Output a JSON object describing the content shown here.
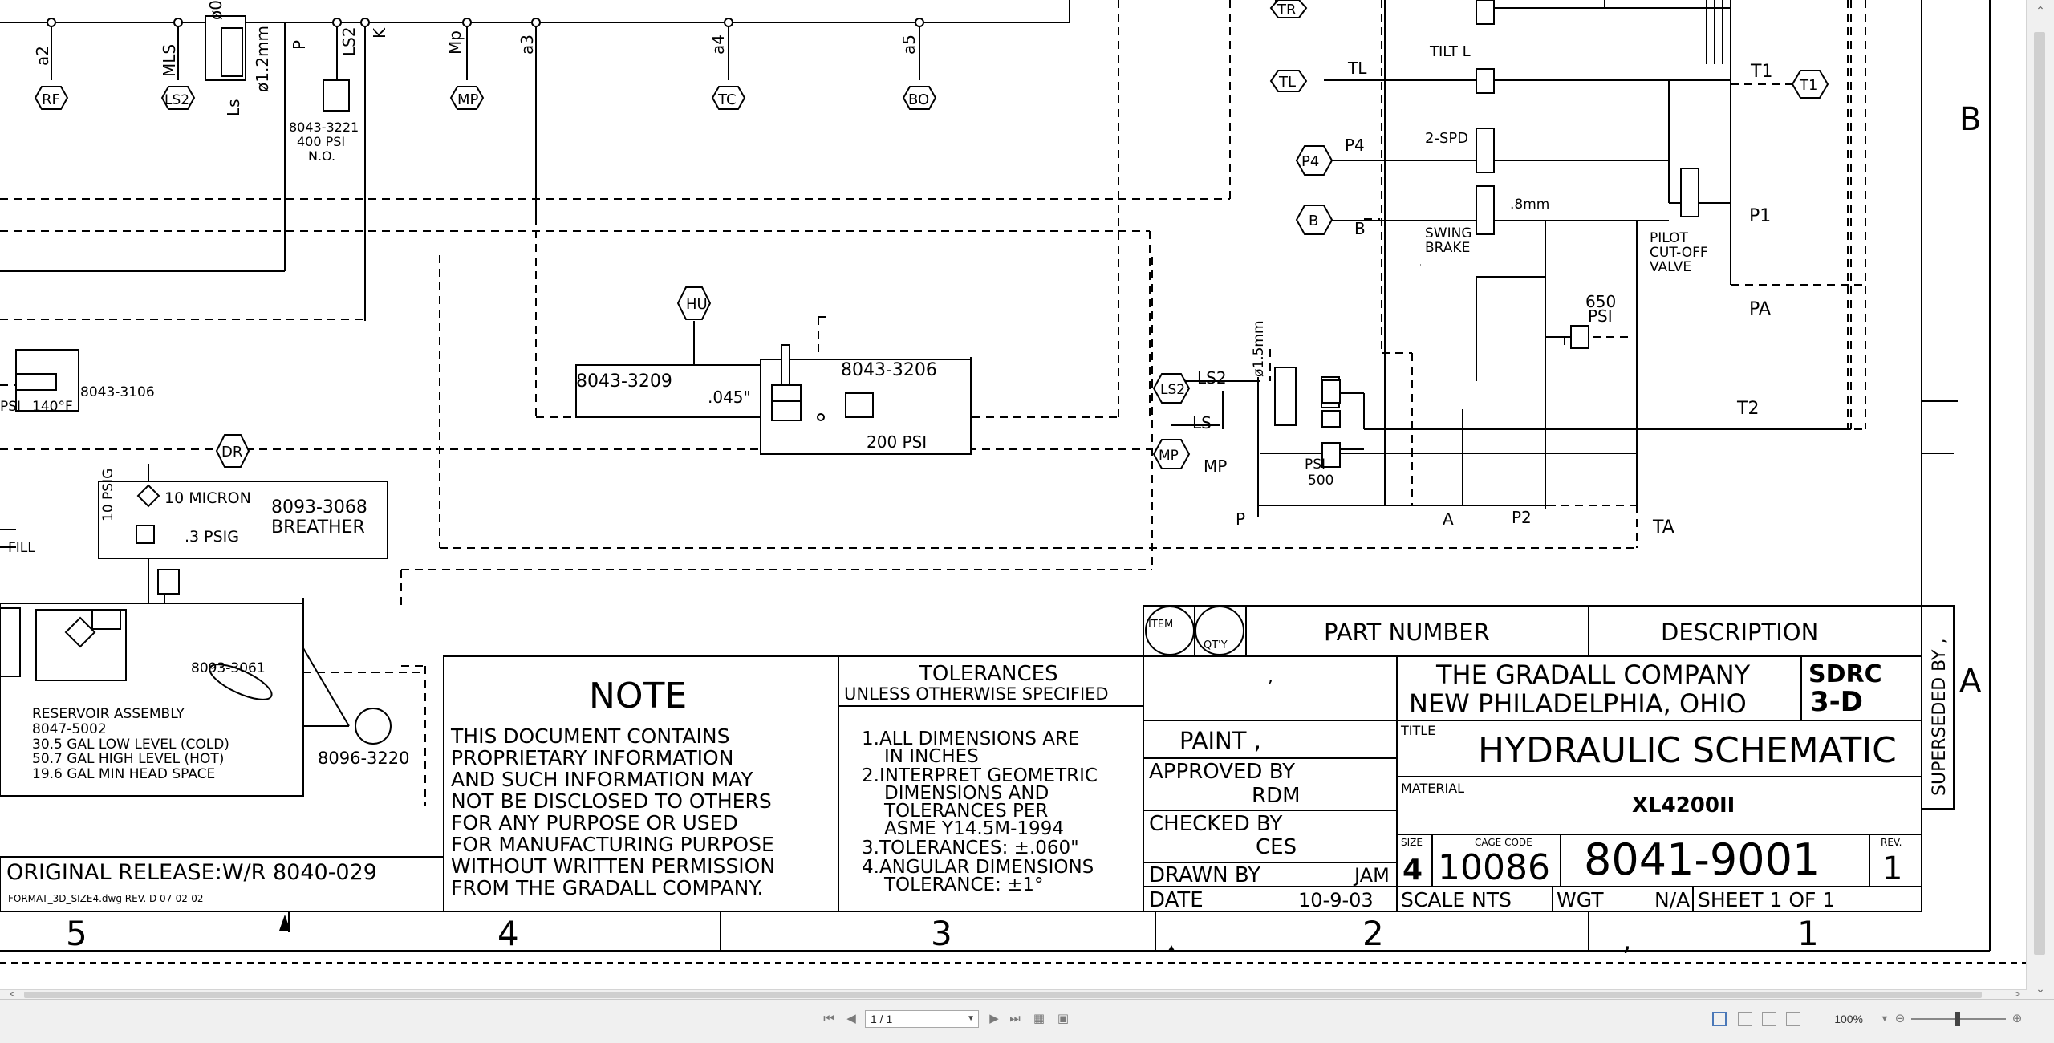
{
  "drawing": {
    "title_block": {
      "company_line1": "THE GRADALL COMPANY",
      "company_line2": "NEW PHILADELPHIA, OHIO",
      "logo_text1": "SDRC",
      "logo_text2": "3-D",
      "title_label": "TITLE",
      "title": "HYDRAULIC SCHEMATIC",
      "material_label": "MATERIAL",
      "material": "XL4200II",
      "size_label": "SIZE",
      "size": "4",
      "cage_code_label": "CAGE CODE",
      "cage_code": "10086",
      "drawing_number": "8041-9001",
      "rev_label": "REV.",
      "rev": "1",
      "scale": "SCALE NTS",
      "wgt": "WGT",
      "wgt_value": "N/A",
      "sheet": "SHEET 1 OF 1",
      "paint": "PAINT ,",
      "approved_by_label": "APPROVED BY",
      "approved_by": "RDM",
      "checked_by_label": "CHECKED BY",
      "checked_by": "CES",
      "drawn_by_label": "DRAWN BY",
      "drawn_by": "JAM",
      "date_label": "DATE",
      "date": "10-9-03",
      "comma_cell": ",",
      "item_label": "ITEM",
      "qty_label": "QT'Y",
      "part_number_label": "PART NUMBER",
      "description_label": "DESCRIPTION",
      "superseded_by": "SUPERSEDED BY ,"
    },
    "note": {
      "heading": "NOTE",
      "lines": [
        "THIS DOCUMENT CONTAINS",
        "PROPRIETARY INFORMATION",
        "AND SUCH INFORMATION MAY",
        "NOT BE DISCLOSED TO OTHERS",
        "FOR ANY PURPOSE OR USED",
        "FOR MANUFACTURING PURPOSE",
        "WITHOUT WRITTEN PERMISSION",
        "FROM THE GRADALL COMPANY."
      ]
    },
    "tolerances": {
      "heading": "TOLERANCES",
      "subheading": "UNLESS OTHERWISE SPECIFIED",
      "lines": [
        "1.ALL DIMENSIONS ARE",
        "IN INCHES",
        "2.INTERPRET GEOMETRIC",
        "DIMENSIONS AND",
        "TOLERANCES PER",
        "ASME Y14.5M-1994",
        "3.TOLERANCES: ±.060\"",
        "4.ANGULAR DIMENSIONS",
        "TOLERANCE: ±1°"
      ]
    },
    "original_release": "ORIGINAL RELEASE:W/R 8040-029",
    "format_note": "FORMAT_3D_SIZE4.dwg  REV. D 07-02-02",
    "zone_numbers": [
      "5",
      "4",
      "3",
      "2",
      "1"
    ],
    "zone_letters": [
      "B",
      "A"
    ],
    "bottom_comma": ",",
    "ports_top": [
      "RF",
      "LS2",
      "MP",
      "TC",
      "BO"
    ],
    "port_labels_top": [
      "a2",
      "MLS",
      "ø0",
      "Ls",
      "ø1.2mm",
      "P",
      "LS2",
      "K",
      "Mp",
      "a3",
      "a4",
      "a5"
    ],
    "ports_right": [
      "TR",
      "TL",
      "P4",
      "B",
      "T1",
      "LS2",
      "MP"
    ],
    "port_labels_right": [
      "TL",
      "P4",
      "B",
      "T1",
      "P1",
      "PA",
      "T2",
      "TA",
      "LS2",
      "LS",
      "MP",
      "P",
      "A",
      "P2",
      "PSI",
      "500"
    ],
    "valve_labels": [
      "TILT L",
      "2-SPD",
      "SWING",
      "BRAKE",
      "PILOT",
      "CUT-OFF",
      "VALVE",
      ".8mm",
      "650",
      "PSI",
      "ø1.5mm"
    ],
    "components": {
      "switch_number": "8043-3221",
      "switch_psi": "400 PSI",
      "switch_no": "N.O.",
      "hu_port": "HU",
      "dr_port": "DR",
      "valve1": "8043-3209",
      "orifice": ".045\"",
      "valve2": "8043-3206",
      "valve2_psi": "200 PSI",
      "cooler": "8043-3106",
      "cooler_psi": "PSI",
      "cooler_temp": "140°F",
      "filter_micron": "10 MICRON",
      "filter_psig": "10 PSIG",
      "breather_psig": ".3 PSIG",
      "breather_number": "8093-3068",
      "breather_label": "BREATHER",
      "fill": "FILL",
      "strainer": "8093-3061",
      "gauge": "8096-3220",
      "reservoir_lines": [
        "RESERVOIR ASSEMBLY",
        "8047-5002",
        "30.5 GAL LOW LEVEL (COLD)",
        "50.7 GAL HIGH LEVEL (HOT)",
        "19.6 GAL MIN HEAD SPACE"
      ]
    }
  },
  "viewer": {
    "page_field": "1 / 1",
    "zoom": "100%"
  }
}
